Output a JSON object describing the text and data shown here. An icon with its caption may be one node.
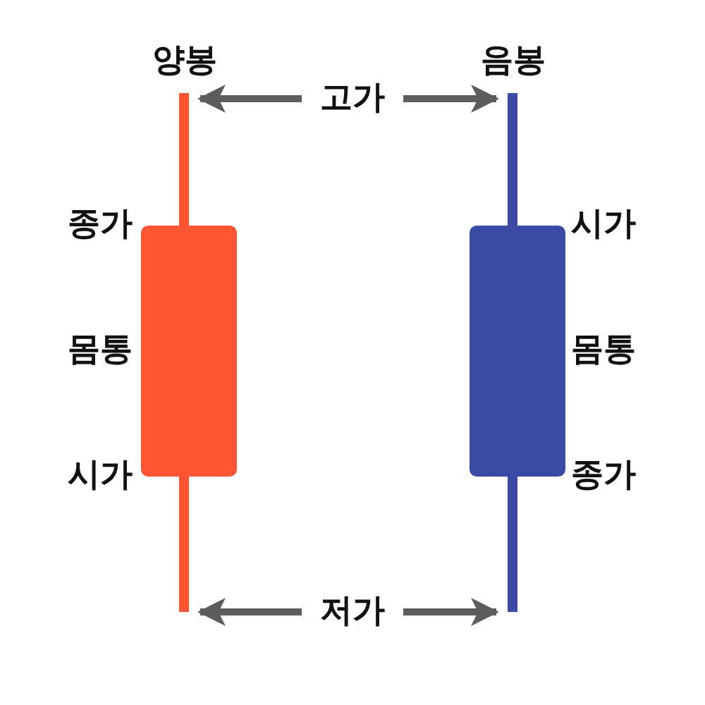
{
  "diagram": {
    "nodes": [
      {
        "text": [
          "양봉"
        ],
        "beside": [
          "종가",
          "몸통",
          "시가"
        ]
      },
      {
        "text": [
          "음봉"
        ],
        "beside": [
          "시가",
          "몸통",
          "종가"
        ]
      },
      {
        "text": [
          "고가"
        ]
      },
      {
        "text": [
          "저가"
        ]
      }
    ],
    "edges": [
      {
        "from": 2,
        "to": 0,
        "arrow": "to"
      },
      {
        "from": 2,
        "to": 1,
        "arrow": "to"
      },
      {
        "from": 3,
        "to": 0,
        "arrow": "to"
      },
      {
        "from": 3,
        "to": 1,
        "arrow": "to"
      }
    ]
  }
}
